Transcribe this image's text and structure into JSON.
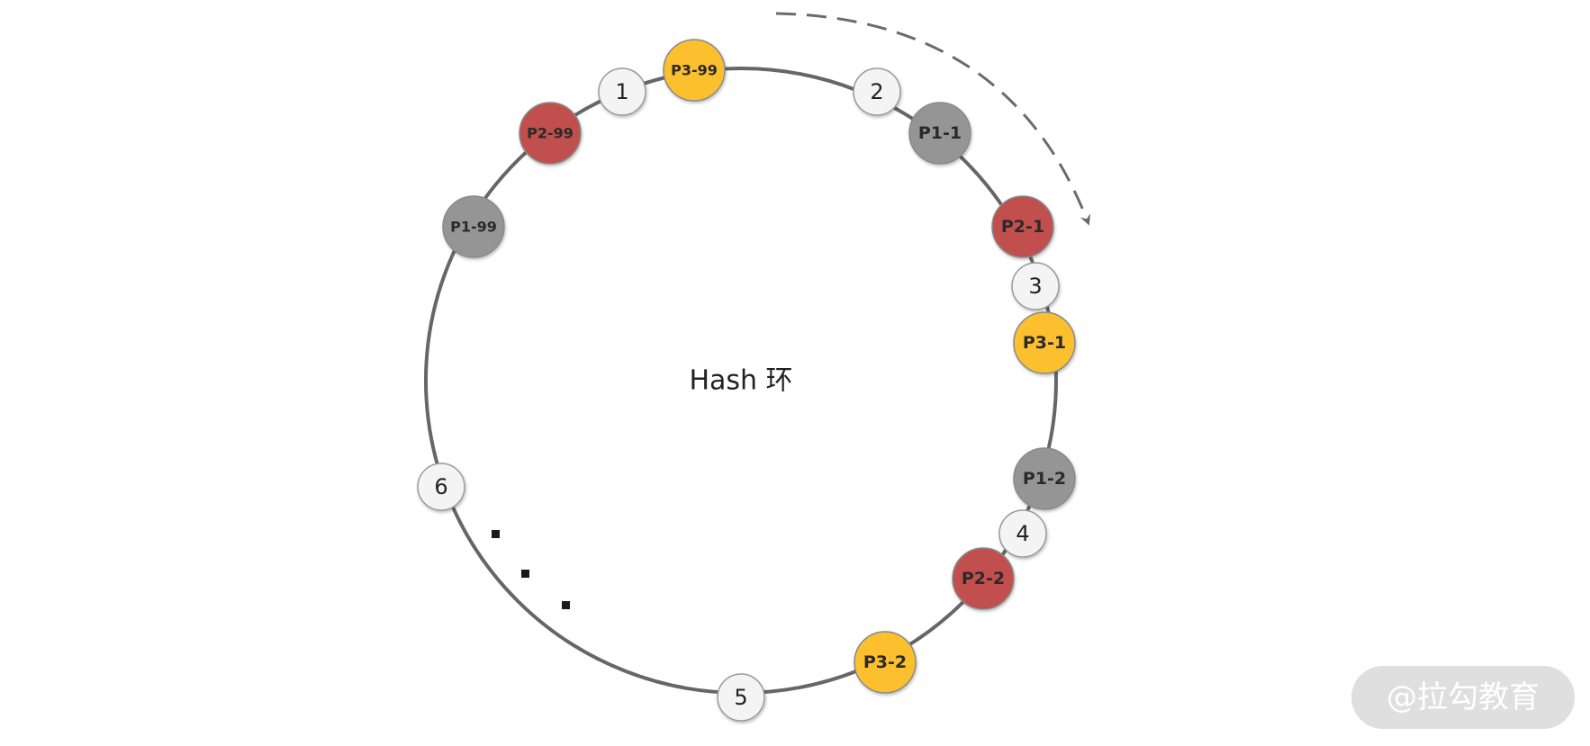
{
  "center_label": "Hash 环",
  "colors": {
    "ring": "#666666",
    "arrow": "#6b6b6b",
    "P1": "#959595",
    "P2": "#c0504d",
    "P3": "#fcbf2e",
    "key": "#f4f4f4",
    "dots": "#1a1a1a",
    "watermark_bg": "#d9d9d9"
  },
  "nodes": [
    {
      "id": "p3-99",
      "label": "P3-99",
      "group": "P3"
    },
    {
      "id": "p2-99",
      "label": "P2-99",
      "group": "P2"
    },
    {
      "id": "p1-99",
      "label": "P1-99",
      "group": "P1"
    },
    {
      "id": "p1-1",
      "label": "P1-1",
      "group": "P1"
    },
    {
      "id": "p2-1",
      "label": "P2-1",
      "group": "P2"
    },
    {
      "id": "p3-1",
      "label": "P3-1",
      "group": "P3"
    },
    {
      "id": "p1-2",
      "label": "P1-2",
      "group": "P1"
    },
    {
      "id": "p2-2",
      "label": "P2-2",
      "group": "P2"
    },
    {
      "id": "p3-2",
      "label": "P3-2",
      "group": "P3"
    }
  ],
  "keys": [
    {
      "id": "key-1",
      "label": "1"
    },
    {
      "id": "key-2",
      "label": "2"
    },
    {
      "id": "key-3",
      "label": "3"
    },
    {
      "id": "key-4",
      "label": "4"
    },
    {
      "id": "key-5",
      "label": "5"
    },
    {
      "id": "key-6",
      "label": "6"
    }
  ],
  "watermark": "@拉勾教育"
}
